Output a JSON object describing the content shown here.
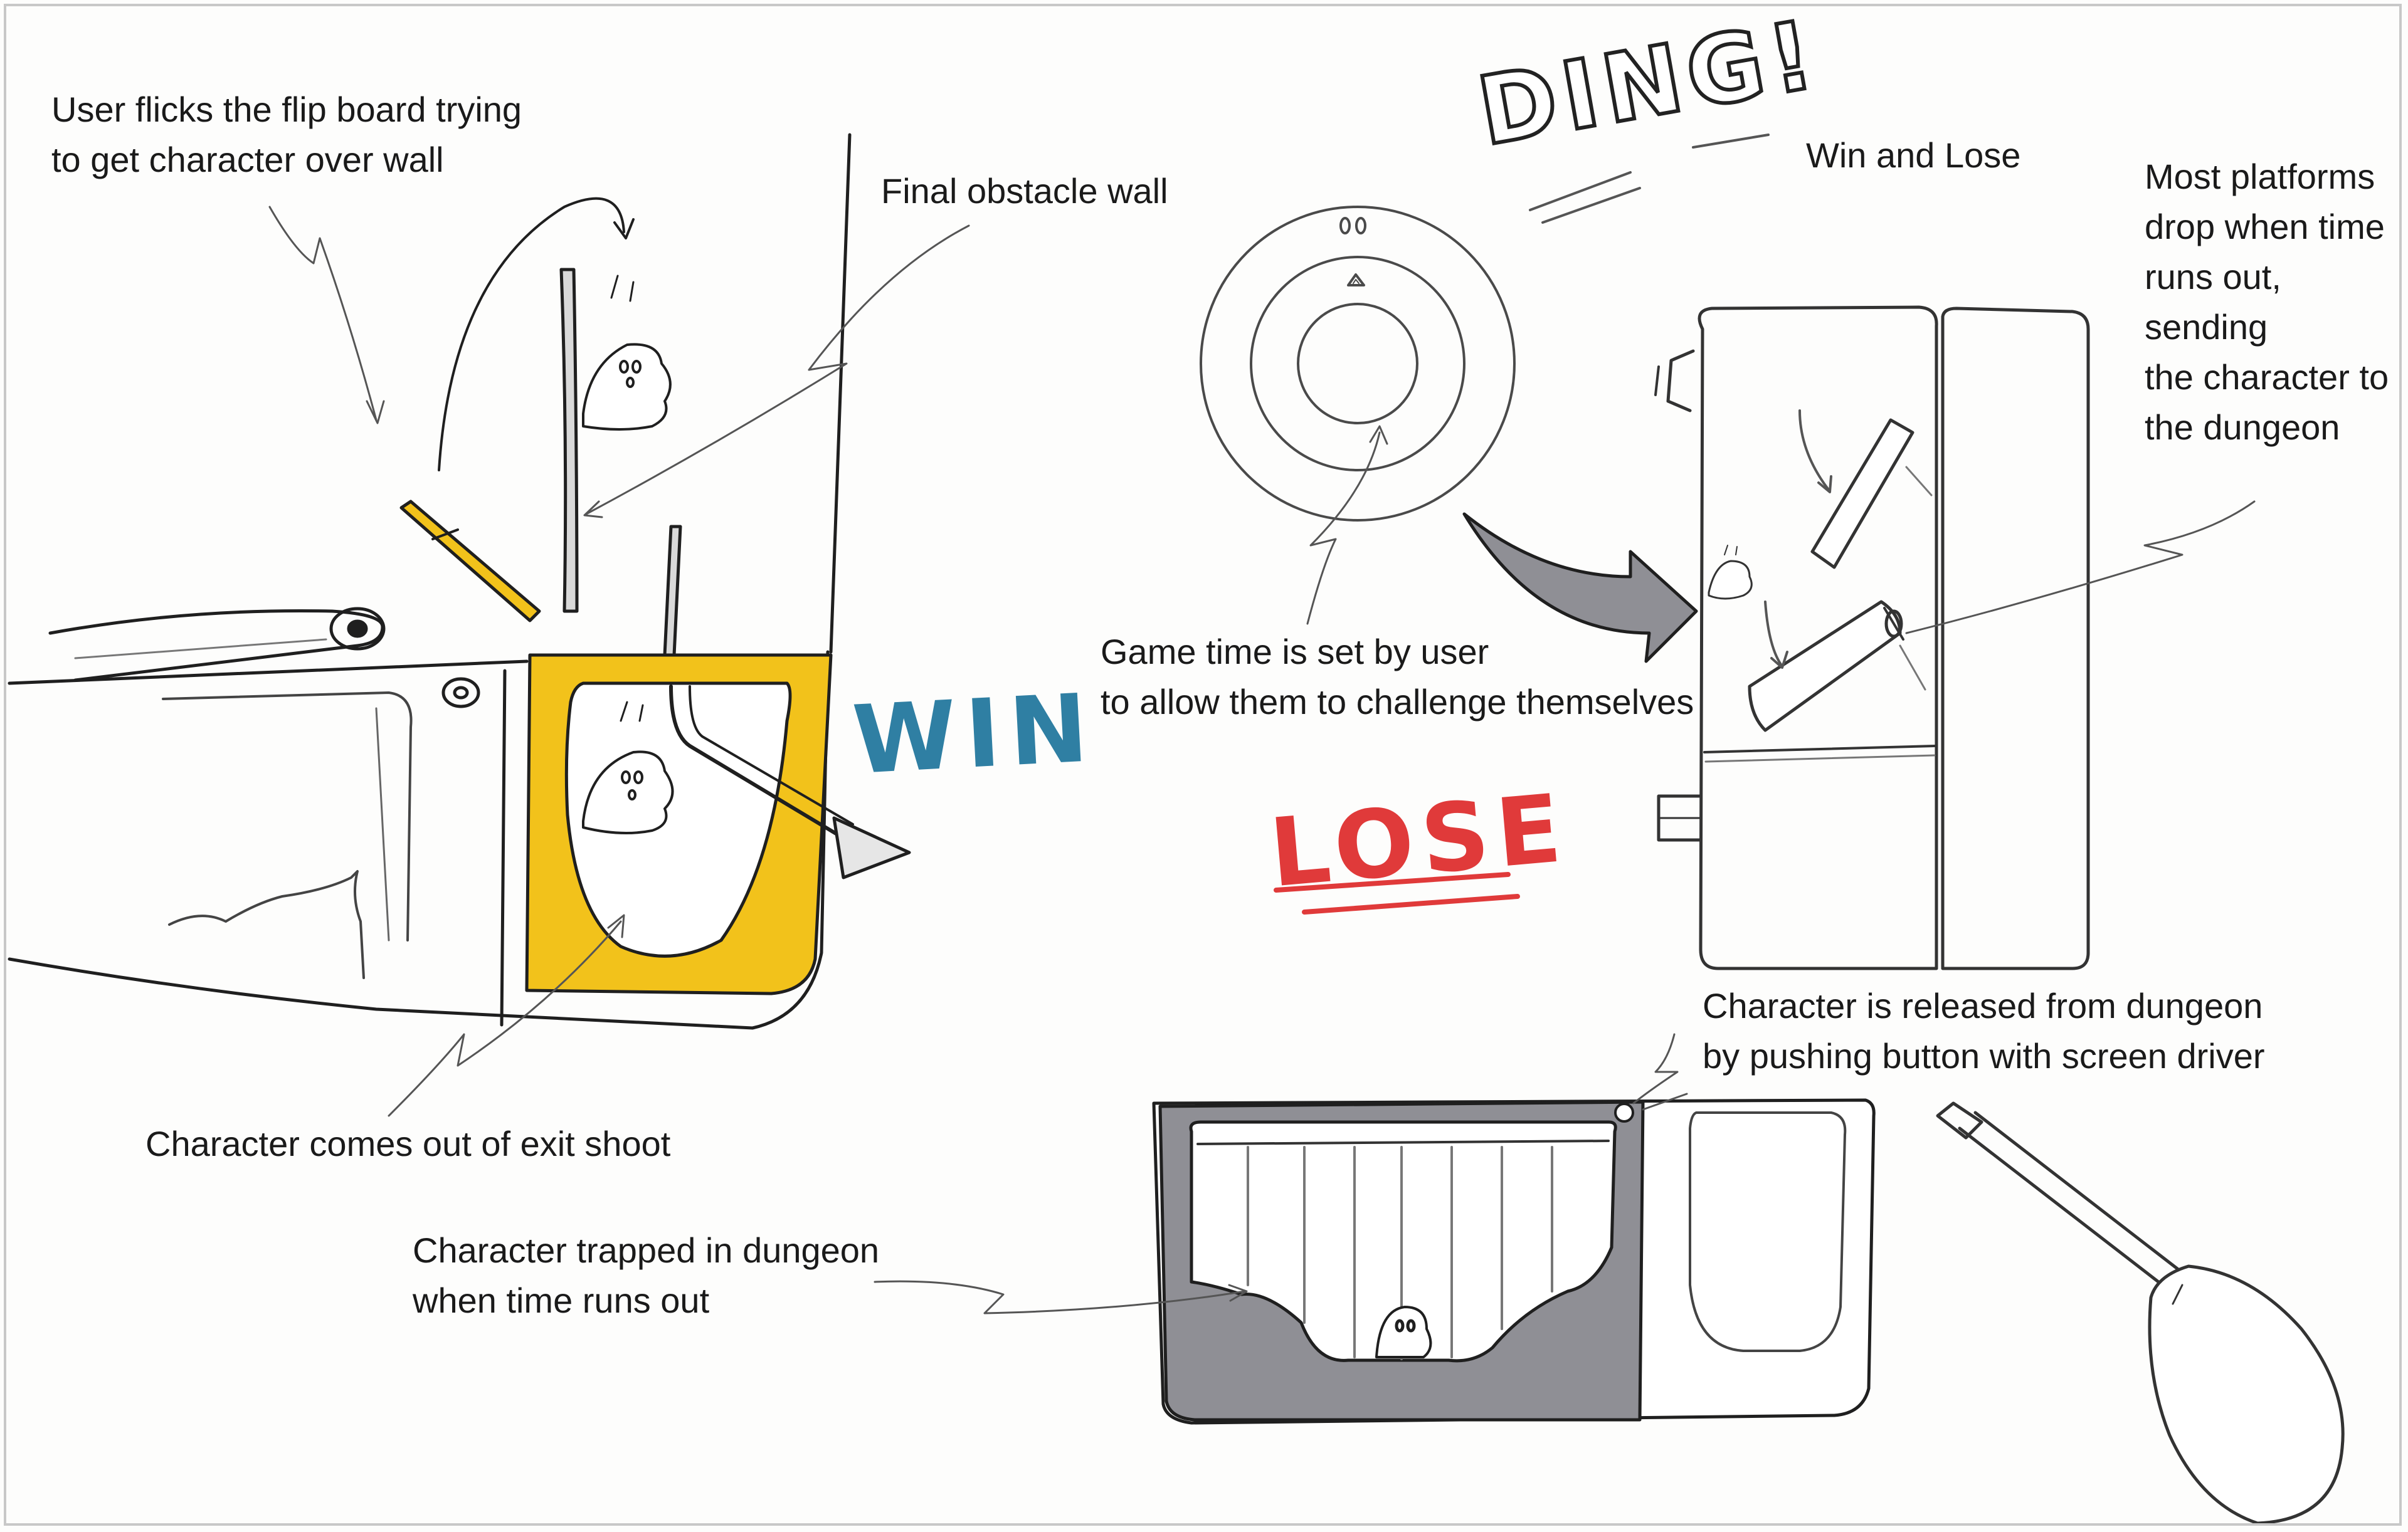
{
  "colors": {
    "ink": "#1f1f1f",
    "pencil": "#555555",
    "yellow": "#f2c21b",
    "gray_fill": "#8f8f95",
    "win": "#2f7fa3",
    "lose": "#e03a3a"
  },
  "words": {
    "ding": "DING!",
    "win": "WIN",
    "lose": "LOSE"
  },
  "annotations": {
    "flick": [
      "User flicks the flip board trying",
      "to get character over wall"
    ],
    "wall": "Final obstacle wall",
    "win_lose": "Win and Lose",
    "platforms": [
      "Most platforms",
      "drop when time",
      "runs out,",
      "sending",
      "the character to",
      "the dungeon"
    ],
    "game_time": [
      "Game time is set by user",
      "to allow them to challenge themselves"
    ],
    "exit": "Character comes out of  exit shoot",
    "released": [
      "Character is released from dungeon",
      "by pushing button with screen driver"
    ],
    "trapped": [
      "Character trapped in dungeon",
      "when time runs out"
    ]
  }
}
